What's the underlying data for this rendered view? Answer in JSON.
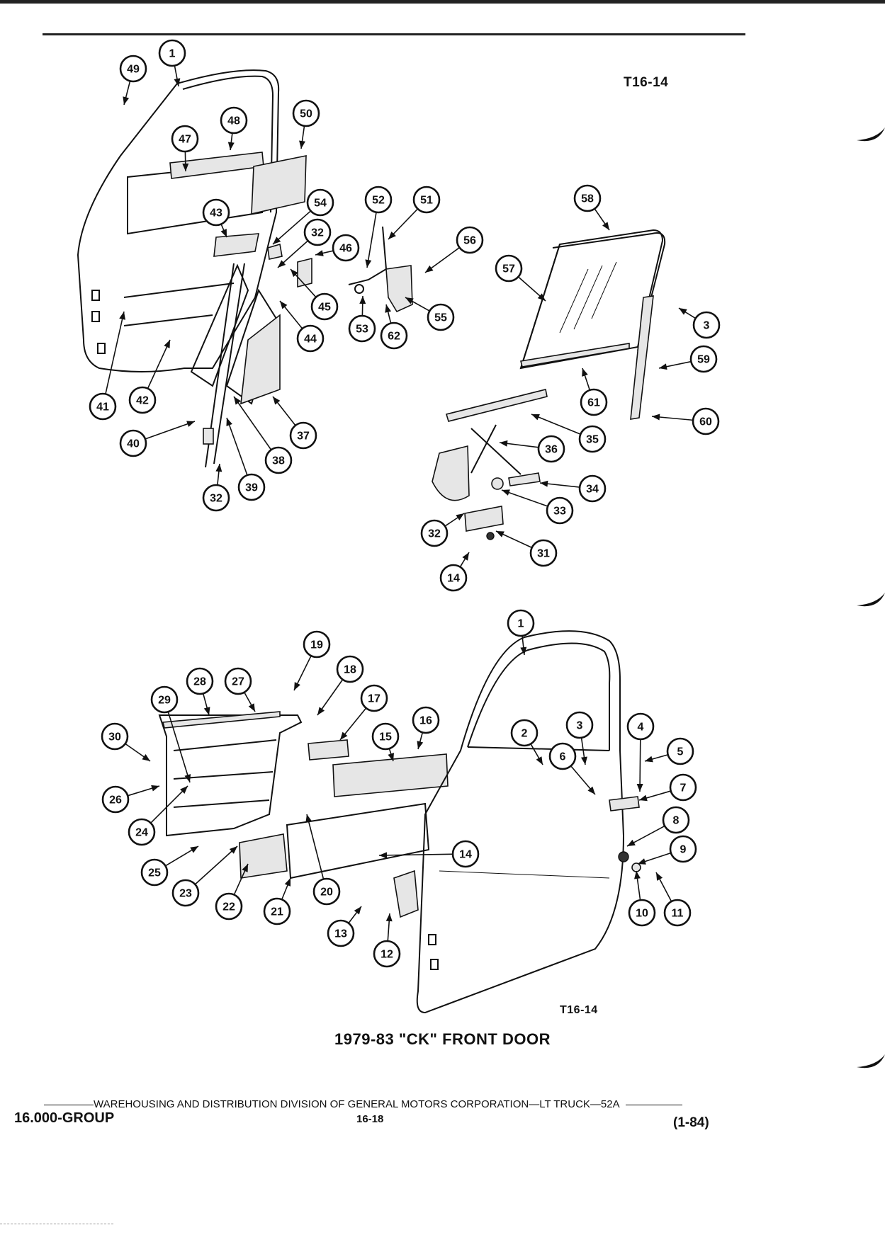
{
  "figure": {
    "id_top": "T16-14",
    "id_bottom": "T16-14",
    "caption": "1979-83 \"CK\" FRONT DOOR"
  },
  "callouts": {
    "upper": [
      "49",
      "1",
      "48",
      "50",
      "47",
      "43",
      "54",
      "32",
      "46",
      "52",
      "51",
      "56",
      "58",
      "57",
      "3",
      "59",
      "60",
      "61",
      "35",
      "36",
      "34",
      "33",
      "31",
      "32",
      "14",
      "53",
      "62",
      "55",
      "45",
      "44",
      "41",
      "42",
      "40",
      "39",
      "38",
      "37",
      "32"
    ],
    "lower": [
      "1",
      "19",
      "18",
      "17",
      "16",
      "15",
      "28",
      "27",
      "29",
      "30",
      "26",
      "24",
      "25",
      "23",
      "22",
      "21",
      "20",
      "14",
      "13",
      "12",
      "2",
      "3",
      "4",
      "5",
      "6",
      "7",
      "8",
      "9",
      "10",
      "11"
    ]
  },
  "footer": {
    "division": "WAREHOUSING AND DISTRIBUTION  DIVISION OF GENERAL MOTORS CORPORATION—LT TRUCK—52A",
    "group": "16.000-GROUP",
    "page": "16-18",
    "revision": "(1-84)"
  }
}
